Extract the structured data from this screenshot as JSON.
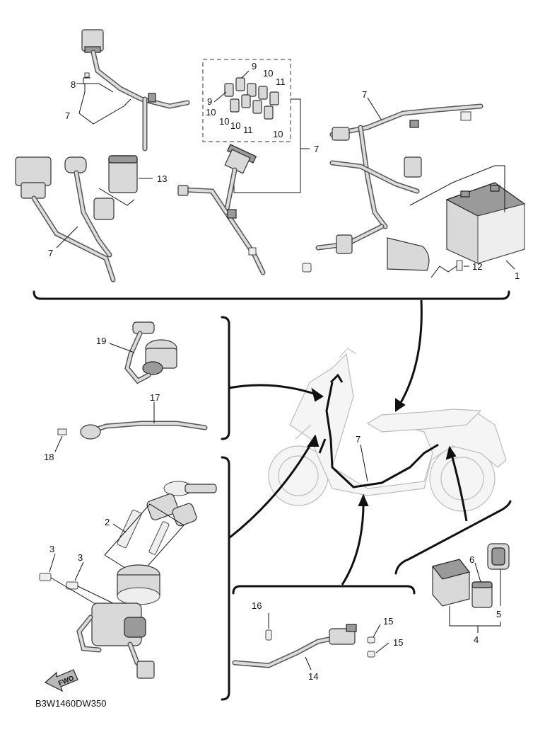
{
  "diagram_code": "B3W1460DW350",
  "fwd_label": "FWD",
  "callouts": {
    "c1": "1",
    "c2": "2",
    "c3a": "3",
    "c3b": "3",
    "c4": "4",
    "c5": "5",
    "c6": "6",
    "c7a": "7",
    "c7b": "7",
    "c7c": "7",
    "c7d": "7",
    "c7e": "7",
    "c8": "8",
    "c9a": "9",
    "c9b": "9",
    "c10a": "10",
    "c10b": "10",
    "c10c": "10",
    "c10d": "10",
    "c10e": "10",
    "c11a": "11",
    "c11b": "11",
    "c12": "12",
    "c13": "13",
    "c14": "14",
    "c15a": "15",
    "c15b": "15",
    "c16": "16",
    "c17": "17",
    "c18": "18",
    "c19": "19"
  }
}
